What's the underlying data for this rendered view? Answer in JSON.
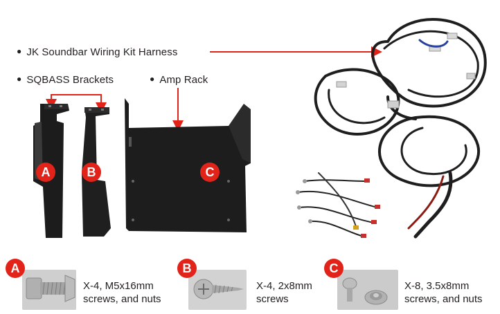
{
  "labels": {
    "harness": "JK Soundbar Wiring Kit Harness",
    "brackets": "SQBASS Brackets",
    "amp_rack": "Amp Rack"
  },
  "badges": {
    "a": "A",
    "b": "B",
    "c": "C"
  },
  "hardware": {
    "a": {
      "line1": "X-4, M5x16mm",
      "line2": "screws, and nuts"
    },
    "b": {
      "line1": "X-4, 2x8mm",
      "line2": "screws"
    },
    "c": {
      "line1": "X-8, 3.5x8mm",
      "line2": "screws, and nuts"
    }
  },
  "colors": {
    "accent": "#e2231a",
    "metal": "#1c1c1c",
    "cable": "#222222"
  }
}
